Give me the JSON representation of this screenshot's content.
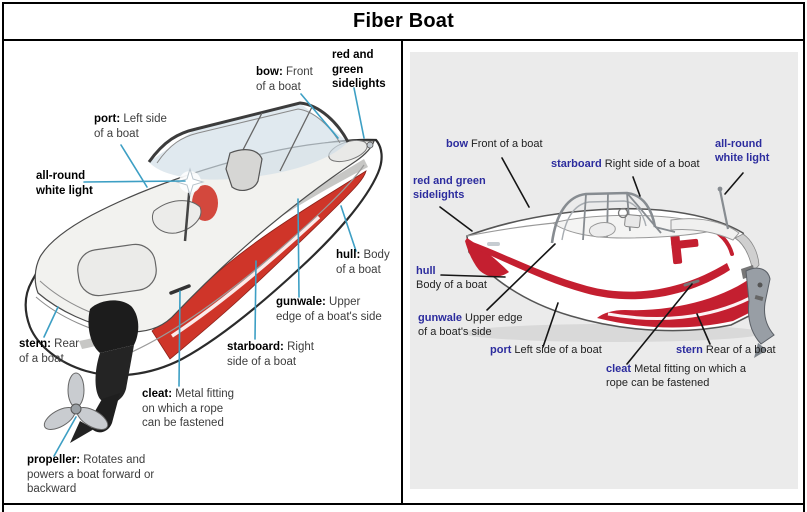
{
  "title": "Fiber Boat",
  "colors": {
    "term-blue": "#2c2c9e",
    "leader-cyan": "#3d9fc4",
    "red-left": "#cf3529",
    "red-right": "#c41f30",
    "right-bg": "#ebebeb",
    "border": "#000000"
  },
  "left": {
    "bow": {
      "term": "bow:",
      "def": "Front of a boat"
    },
    "sidelights": {
      "term": "red and green sidelights"
    },
    "port": {
      "term": "port:",
      "def": "Left side of a boat"
    },
    "white_light": {
      "term": "all-round white light"
    },
    "hull": {
      "term": "hull:",
      "def": "Body of a boat"
    },
    "gunwale": {
      "term": "gunwale:",
      "def": "Upper edge of a boat's side"
    },
    "starboard": {
      "term": "starboard:",
      "def": "Right side of a boat"
    },
    "stern": {
      "term": "stern:",
      "def": "Rear of a boat"
    },
    "cleat": {
      "term": "cleat:",
      "def": "Metal fitting on which a rope can be fastened"
    },
    "propeller": {
      "term": "propeller:",
      "def": "Rotates and powers a boat forward or backward"
    }
  },
  "right": {
    "bow": {
      "term": "bow",
      "def": "Front of a boat"
    },
    "starboard": {
      "term": "starboard",
      "def": "Right side of a boat"
    },
    "white_light": {
      "term": "all-round white light"
    },
    "sidelights": {
      "term": "red and green sidelights"
    },
    "hull": {
      "term": "hull",
      "def": "Body of a boat"
    },
    "gunwale": {
      "term": "gunwale",
      "def": "Upper edge of a boat's side"
    },
    "port": {
      "term": "port",
      "def": "Left side of a boat"
    },
    "stern": {
      "term": "stern",
      "def": "Rear of a boat"
    },
    "cleat": {
      "term": "cleat",
      "def": "Metal fitting on which a rope can be fastened"
    }
  }
}
